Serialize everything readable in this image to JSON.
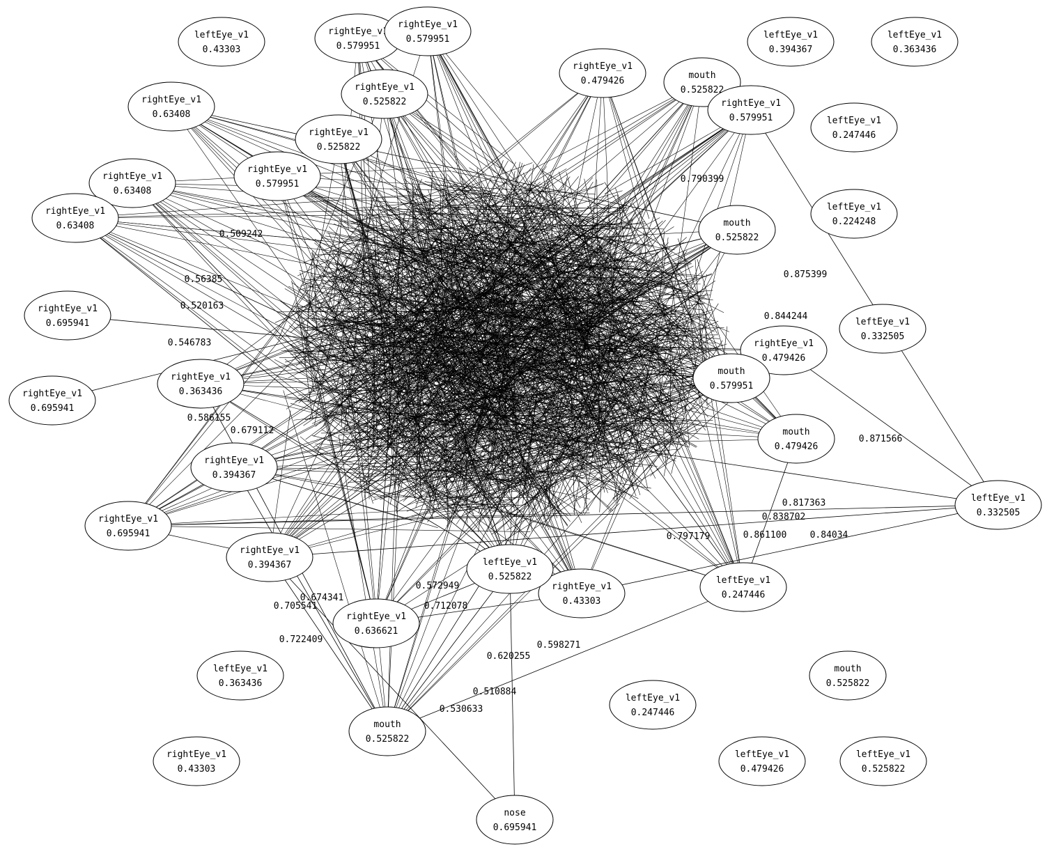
{
  "graph": {
    "nodes": [
      {
        "label": "leftEye_v1",
        "value": "0.43303"
      },
      {
        "label": "rightEye_v1",
        "value": "0.579951"
      },
      {
        "label": "rightEye_v1",
        "value": "0.579951"
      },
      {
        "label": "rightEye_v1",
        "value": "0.479426"
      },
      {
        "label": "mouth",
        "value": "0.525822"
      },
      {
        "label": "rightEye_v1",
        "value": "0.579951"
      },
      {
        "label": "leftEye_v1",
        "value": "0.394367"
      },
      {
        "label": "leftEye_v1",
        "value": "0.363436"
      },
      {
        "label": "leftEye_v1",
        "value": "0.247446"
      },
      {
        "label": "rightEye_v1",
        "value": "0.63408"
      },
      {
        "label": "rightEye_v1",
        "value": "0.525822"
      },
      {
        "label": "rightEye_v1",
        "value": "0.525822"
      },
      {
        "label": "rightEye_v1",
        "value": "0.63408"
      },
      {
        "label": "rightEye_v1",
        "value": "0.579951"
      },
      {
        "label": "rightEye_v1",
        "value": "0.63408"
      },
      {
        "label": "leftEye_v1",
        "value": "0.224248"
      },
      {
        "label": "mouth",
        "value": "0.525822"
      },
      {
        "label": "rightEye_v1",
        "value": "0.695941"
      },
      {
        "label": "leftEye_v1",
        "value": "0.332505"
      },
      {
        "label": "rightEye_v1",
        "value": "0.479426"
      },
      {
        "label": "rightEye_v1",
        "value": "0.695941"
      },
      {
        "label": "rightEye_v1",
        "value": "0.363436"
      },
      {
        "label": "mouth",
        "value": "0.579951"
      },
      {
        "label": "mouth",
        "value": "0.479426"
      },
      {
        "label": "rightEye_v1",
        "value": "0.394367"
      },
      {
        "label": "rightEye_v1",
        "value": "0.695941"
      },
      {
        "label": "leftEye_v1",
        "value": "0.332505"
      },
      {
        "label": "rightEye_v1",
        "value": "0.394367"
      },
      {
        "label": "leftEye_v1",
        "value": "0.247446"
      },
      {
        "label": "rightEye_v1",
        "value": "0.43303"
      },
      {
        "label": "leftEye_v1",
        "value": "0.525822"
      },
      {
        "label": "rightEye_v1",
        "value": "0.636621"
      },
      {
        "label": "leftEye_v1",
        "value": "0.363436"
      },
      {
        "label": "mouth",
        "value": "0.525822"
      },
      {
        "label": "leftEye_v1",
        "value": "0.247446"
      },
      {
        "label": "mouth",
        "value": "0.525822"
      },
      {
        "label": "rightEye_v1",
        "value": "0.43303"
      },
      {
        "label": "leftEye_v1",
        "value": "0.479426"
      },
      {
        "label": "leftEye_v1",
        "value": "0.525822"
      },
      {
        "label": "nose",
        "value": "0.695941"
      }
    ],
    "edges": [
      {
        "from": 14,
        "to": 30,
        "label": "0.509242"
      },
      {
        "from": 12,
        "to": 30,
        "label": "0.56385"
      },
      {
        "from": 17,
        "to": 22,
        "label": "0.520163"
      },
      {
        "from": 20,
        "to": 16,
        "label": "0.546783"
      },
      {
        "from": 21,
        "to": 35,
        "label": "0.586155"
      },
      {
        "from": 21,
        "to": 30,
        "label": "0.679112"
      },
      {
        "from": 27,
        "to": 35,
        "label": "0.674341"
      },
      {
        "from": 27,
        "to": 4,
        "label": "0.705541"
      },
      {
        "from": 24,
        "to": 35,
        "label": "0.722409"
      },
      {
        "from": 35,
        "to": 28,
        "label": "0.598271"
      },
      {
        "from": 35,
        "to": 30,
        "label": "0.620255"
      },
      {
        "from": 39,
        "to": 27,
        "label": "0.530633"
      },
      {
        "from": 39,
        "to": 30,
        "label": "0.510884"
      },
      {
        "from": 31,
        "to": 30,
        "label": "0.572949"
      },
      {
        "from": 31,
        "to": 29,
        "label": "0.712078"
      },
      {
        "from": 26,
        "to": 19,
        "label": "0.871566"
      },
      {
        "from": 26,
        "to": 5,
        "label": "0.875399"
      },
      {
        "from": 26,
        "to": 25,
        "label": "0.817363"
      },
      {
        "from": 26,
        "to": 21,
        "label": "0.838702"
      },
      {
        "from": 26,
        "to": 27,
        "label": "0.84034"
      },
      {
        "from": 26,
        "to": 29,
        "label": "0.861100"
      },
      {
        "from": 28,
        "to": 10,
        "label": "0.797179"
      },
      {
        "from": 19,
        "to": 22,
        "label": "0.844244"
      },
      {
        "from": 5,
        "to": 24,
        "label": "0.790399"
      },
      {
        "from": 9,
        "to": 16,
        "label": ""
      },
      {
        "from": 25,
        "to": 24,
        "label": ""
      },
      {
        "from": 25,
        "to": 27,
        "label": ""
      },
      {
        "from": 23,
        "to": 28,
        "label": ""
      }
    ]
  }
}
